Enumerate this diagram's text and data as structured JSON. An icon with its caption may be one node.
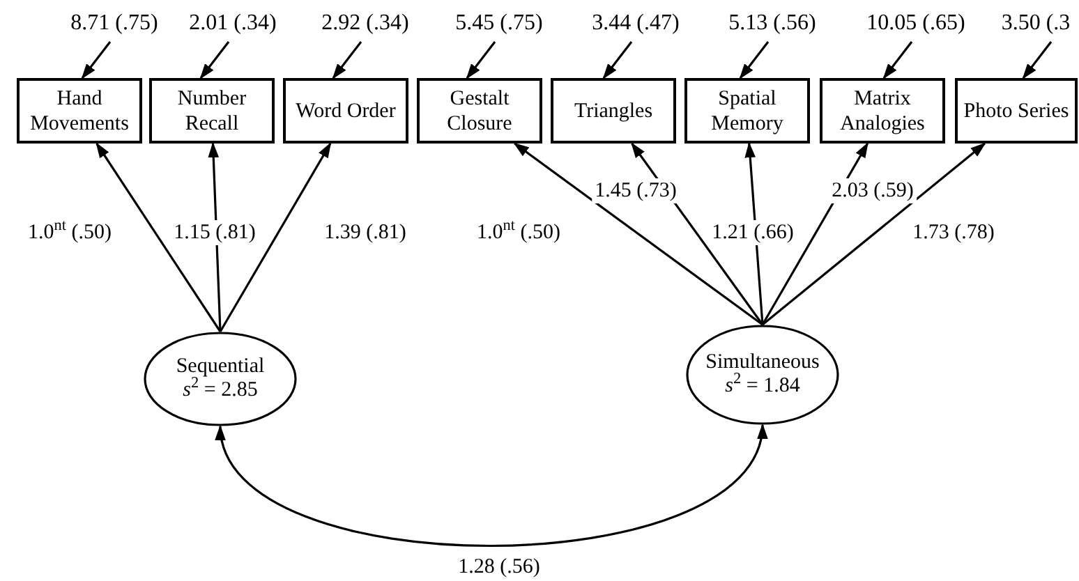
{
  "diagram": {
    "nodes": [
      {
        "text": [
          "Hand Movements"
        ]
      },
      {
        "text": [
          "Number Recall"
        ]
      },
      {
        "text": [
          "Word Order"
        ]
      },
      {
        "text": [
          "Gestalt Closure"
        ]
      },
      {
        "text": [
          "Triangles"
        ]
      },
      {
        "text": [
          "Spatial Memory"
        ]
      },
      {
        "text": [
          "Matrix Analogies"
        ]
      },
      {
        "text": [
          "Photo Series"
        ]
      },
      {
        "text": [
          "Sequential",
          "*s*$^{2}$ = 2.85"
        ]
      },
      {
        "text": [
          "Simultaneous",
          "*s*$^{2}$ = 1.84"
        ]
      },
      {
        "text": [
          "8.71 (.75)"
        ]
      },
      {
        "text": [
          "2.01 (.34)"
        ]
      },
      {
        "text": [
          "2.92 (.34)"
        ]
      },
      {
        "text": [
          "5.45 (.75)"
        ]
      },
      {
        "text": [
          "3.44 (.47)"
        ]
      },
      {
        "text": [
          "5.13 (.56)"
        ]
      },
      {
        "text": [
          "10.05 (.65)"
        ]
      },
      {
        "text": [
          "3.50 (.3"
        ]
      }
    ],
    "edges": [
      {
        "from": 10,
        "to": 0,
        "arrow": "to"
      },
      {
        "from": 11,
        "to": 1,
        "arrow": "to"
      },
      {
        "from": 12,
        "to": 2,
        "arrow": "to"
      },
      {
        "from": 13,
        "to": 3,
        "arrow": "to"
      },
      {
        "from": 14,
        "to": 4,
        "arrow": "to"
      },
      {
        "from": 15,
        "to": 5,
        "arrow": "to"
      },
      {
        "from": 16,
        "to": 6,
        "arrow": "to"
      },
      {
        "from": 17,
        "to": 7,
        "arrow": "to"
      },
      {
        "from": 8,
        "to": 0,
        "arrow": "to",
        "label": "1.0$^{nt}$ (.50)"
      },
      {
        "from": 8,
        "to": 1,
        "arrow": "to",
        "label": "1.15 (.81)"
      },
      {
        "from": 8,
        "to": 2,
        "arrow": "to",
        "label": "1.39 (.81)"
      },
      {
        "from": 9,
        "to": 3,
        "arrow": "to",
        "label": "1.0$^{nt}$ (.50)"
      },
      {
        "from": 9,
        "to": 4,
        "arrow": "to",
        "label": "1.45 (.73)"
      },
      {
        "from": 9,
        "to": 5,
        "arrow": "to",
        "label": "1.21 (.66)"
      },
      {
        "from": 9,
        "to": 6,
        "arrow": "to",
        "label": "2.03 (.59)"
      },
      {
        "from": 9,
        "to": 7,
        "arrow": "to",
        "label": "1.73 (.78)"
      },
      {
        "from": 8,
        "to": 9,
        "arrow": "both",
        "label": "1.28 (.56)"
      }
    ]
  }
}
